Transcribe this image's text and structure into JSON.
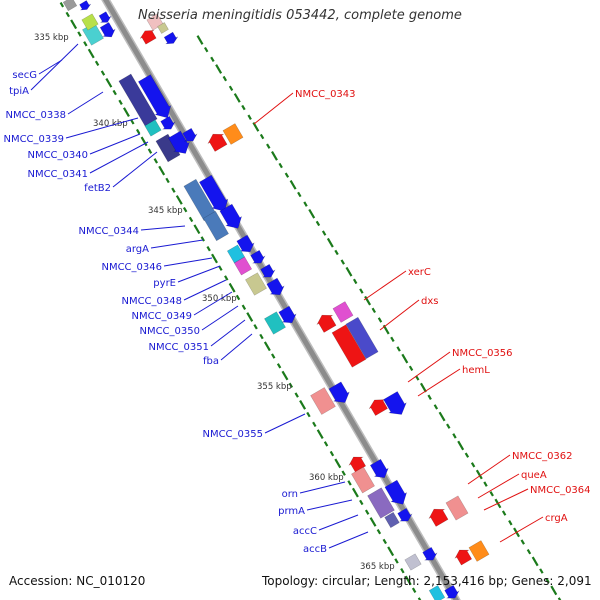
{
  "title": "Neisseria meningitidis 053442, complete genome",
  "accession": "Accession: NC_010120",
  "summary": "Topology: circular; Length: 2,153,416 bp; Genes: 2,091",
  "colors": {
    "backbone": "#8c8c8c",
    "gc_ticks": "#1b7a1b",
    "label_forward": "#1a1ad2",
    "label_reverse": "#e01010",
    "cds_blue": "#1414ee",
    "cds_red": "#ee1414"
  },
  "scale_labels": [
    "335 kbp",
    "340 kbp",
    "345 kbp",
    "350 kbp",
    "355 kbp",
    "360 kbp",
    "365 kbp"
  ],
  "labels_forward": [
    "secG",
    "tpiA",
    "NMCC_0338",
    "NMCC_0339",
    "NMCC_0340",
    "NMCC_0341",
    "fetB2",
    "NMCC_0344",
    "argA",
    "NMCC_0346",
    "pyrE",
    "NMCC_0348",
    "NMCC_0349",
    "NMCC_0350",
    "NMCC_0351",
    "fba",
    "NMCC_0355",
    "orn",
    "prmA",
    "accC",
    "accB"
  ],
  "labels_reverse": [
    "NMCC_0343",
    "xerC",
    "dxs",
    "NMCC_0356",
    "hemL",
    "NMCC_0362",
    "queA",
    "NMCC_0364",
    "crgA"
  ]
}
